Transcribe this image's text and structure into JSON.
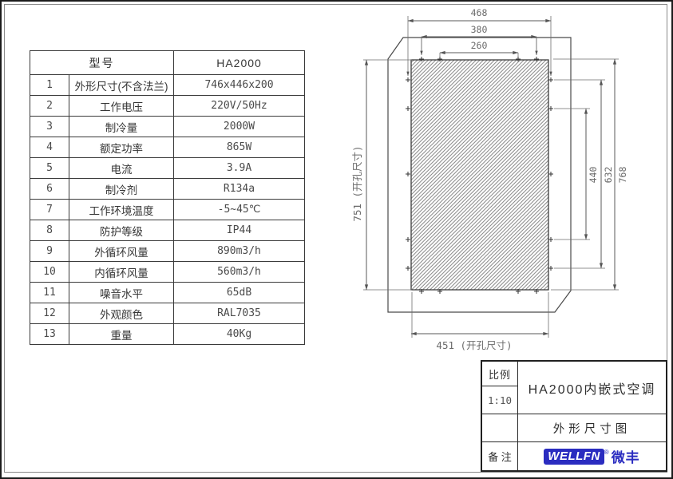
{
  "spec_table": {
    "header": {
      "model_label": "型号",
      "model_value": "HA2000"
    },
    "rows": [
      {
        "num": "1",
        "name": "外形尺寸(不含法兰)",
        "value": "746x446x200"
      },
      {
        "num": "2",
        "name": "工作电压",
        "value": "220V/50Hz"
      },
      {
        "num": "3",
        "name": "制冷量",
        "value": "2000W"
      },
      {
        "num": "4",
        "name": "额定功率",
        "value": "865W"
      },
      {
        "num": "5",
        "name": "电流",
        "value": "3.9A"
      },
      {
        "num": "6",
        "name": "制冷剂",
        "value": "R134a"
      },
      {
        "num": "7",
        "name": "工作环境温度",
        "value": "-5~45℃"
      },
      {
        "num": "8",
        "name": "防护等级",
        "value": "IP44"
      },
      {
        "num": "9",
        "name": "外循环风量",
        "value": "890m3/h"
      },
      {
        "num": "10",
        "name": "内循环风量",
        "value": "560m3/h"
      },
      {
        "num": "11",
        "name": "噪音水平",
        "value": "65dB"
      },
      {
        "num": "12",
        "name": "外观颜色",
        "value": "RAL7035"
      },
      {
        "num": "13",
        "name": "重量",
        "value": "40Kg"
      }
    ]
  },
  "drawing": {
    "dimensions": {
      "top_outer": "468",
      "top_middle": "380",
      "top_inner": "260",
      "left_height": "751 (开孔尺寸)",
      "bottom_width": "451 (开孔尺寸)",
      "right_inner": "440",
      "right_middle": "632",
      "right_outer": "768"
    }
  },
  "title_block": {
    "scale_label": "比例",
    "scale_value": "1:10",
    "product_title": "HA2000内嵌式空调",
    "drawing_title": "外形尺寸图",
    "remark_label": "备 注",
    "brand": {
      "logo_text": "WELLFN",
      "reg_mark": "®",
      "brand_cn": "微丰",
      "blue": "#2a2cc0"
    }
  }
}
